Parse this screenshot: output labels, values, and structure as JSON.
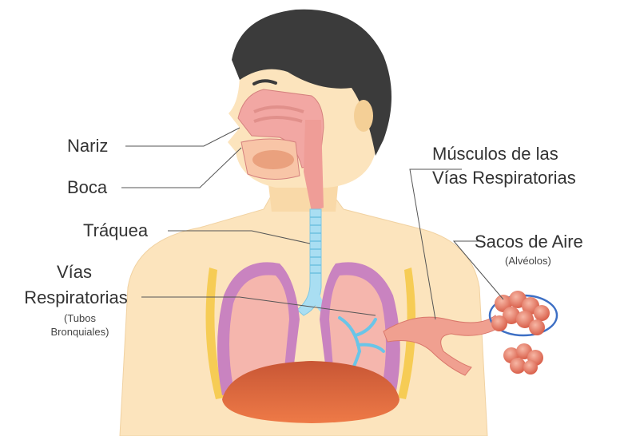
{
  "labels": {
    "nariz": "Nariz",
    "boca": "Boca",
    "traquea": "Tráquea",
    "vias_line1": "Vías",
    "vias_line2": "Respiratorias",
    "vias_sub1": "(Tubos",
    "vias_sub2": "Bronquiales)",
    "musculos_line1": "Músculos de las",
    "musculos_line2": "Vías Respiratorias",
    "sacos": "Sacos de Aire",
    "sacos_sub": "(Alvéolos)"
  },
  "colors": {
    "skin": "#fce4bd",
    "skin_shadow": "#f4cf96",
    "hair": "#3a3a3a",
    "nasal_tissue": "#f2a7a3",
    "trachea": "#a9def2",
    "lung_outer": "#c983c0",
    "lung_inner": "#f5b6ad",
    "diaphragm": "#e06a3f",
    "alveoli": "#e8806b",
    "muscle": "#f0a090",
    "bronchi_blue": "#6ac5e8",
    "ribs": "#f6cc55"
  },
  "icons": [
    "head-figure",
    "lungs-figure",
    "alveoli-cluster"
  ]
}
